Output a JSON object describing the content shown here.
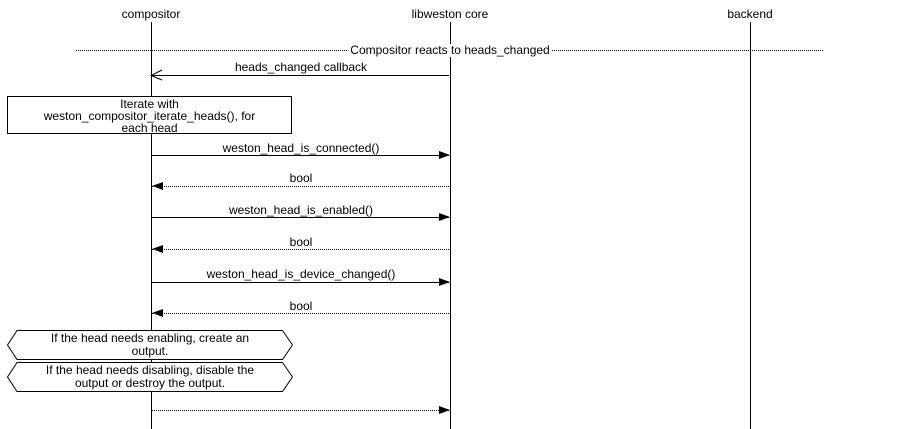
{
  "diagram": {
    "colors": {
      "line": "#000000",
      "background": "#ffffff"
    },
    "entities": [
      {
        "label": "compositor"
      },
      {
        "label": "libweston core"
      },
      {
        "label": "backend"
      }
    ],
    "divider_label": "Compositor reacts to heads_changed",
    "messages": [
      {
        "label": "heads_changed callback",
        "type": "callback",
        "from": "libweston core",
        "to": "compositor"
      },
      {
        "label": "weston_head_is_connected()",
        "type": "call",
        "from": "compositor",
        "to": "libweston core"
      },
      {
        "label": "bool",
        "type": "return",
        "from": "libweston core",
        "to": "compositor"
      },
      {
        "label": "weston_head_is_enabled()",
        "type": "call",
        "from": "compositor",
        "to": "libweston core"
      },
      {
        "label": "bool",
        "type": "return",
        "from": "libweston core",
        "to": "compositor"
      },
      {
        "label": "weston_head_is_device_changed()",
        "type": "call",
        "from": "compositor",
        "to": "libweston core"
      },
      {
        "label": "bool",
        "type": "return",
        "from": "libweston core",
        "to": "compositor"
      },
      {
        "label": "",
        "type": "return",
        "from": "compositor",
        "to": "libweston core"
      }
    ],
    "note_box": {
      "lines": [
        "Iterate with",
        "weston_compositor_iterate_heads(), for",
        "each head"
      ]
    },
    "condition_notes": [
      {
        "lines": [
          "If the head needs enabling, create an",
          "output."
        ]
      },
      {
        "lines": [
          "If the head needs disabling, disable the",
          "output or destroy the output."
        ]
      }
    ]
  }
}
